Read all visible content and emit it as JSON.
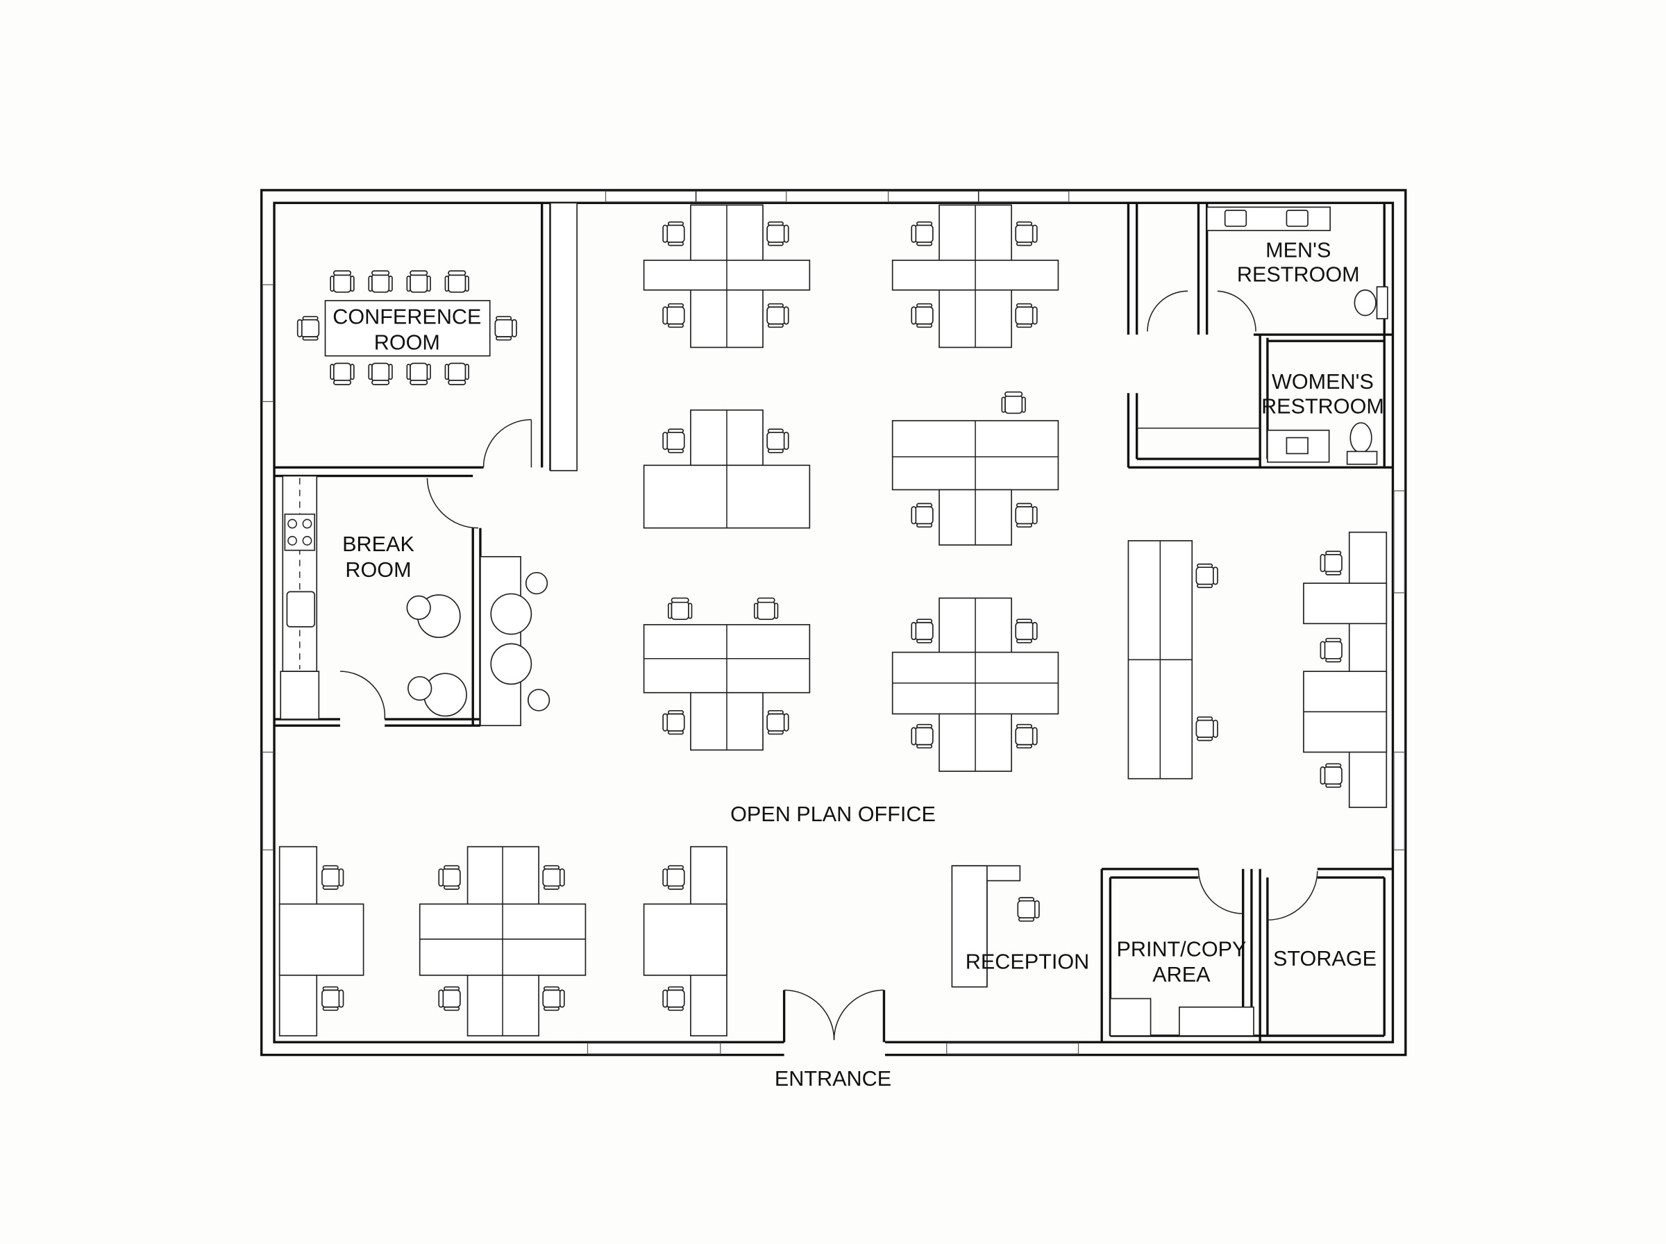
{
  "labels": {
    "conference_1": "CONFERENCE",
    "conference_2": "ROOM",
    "break_1": "BREAK",
    "break_2": "ROOM",
    "open_plan": "OPEN PLAN OFFICE",
    "reception": "RECEPTION",
    "print_1": "PRINT/COPY",
    "print_2": "AREA",
    "storage": "STORAGE",
    "mens_1": "MEN'S",
    "mens_2": "RESTROOM",
    "womens_1": "WOMEN'S",
    "womens_2": "RESTROOM",
    "entrance": "ENTRANCE"
  },
  "colors": {
    "line": "#111111",
    "background": "#fdfdfb"
  }
}
